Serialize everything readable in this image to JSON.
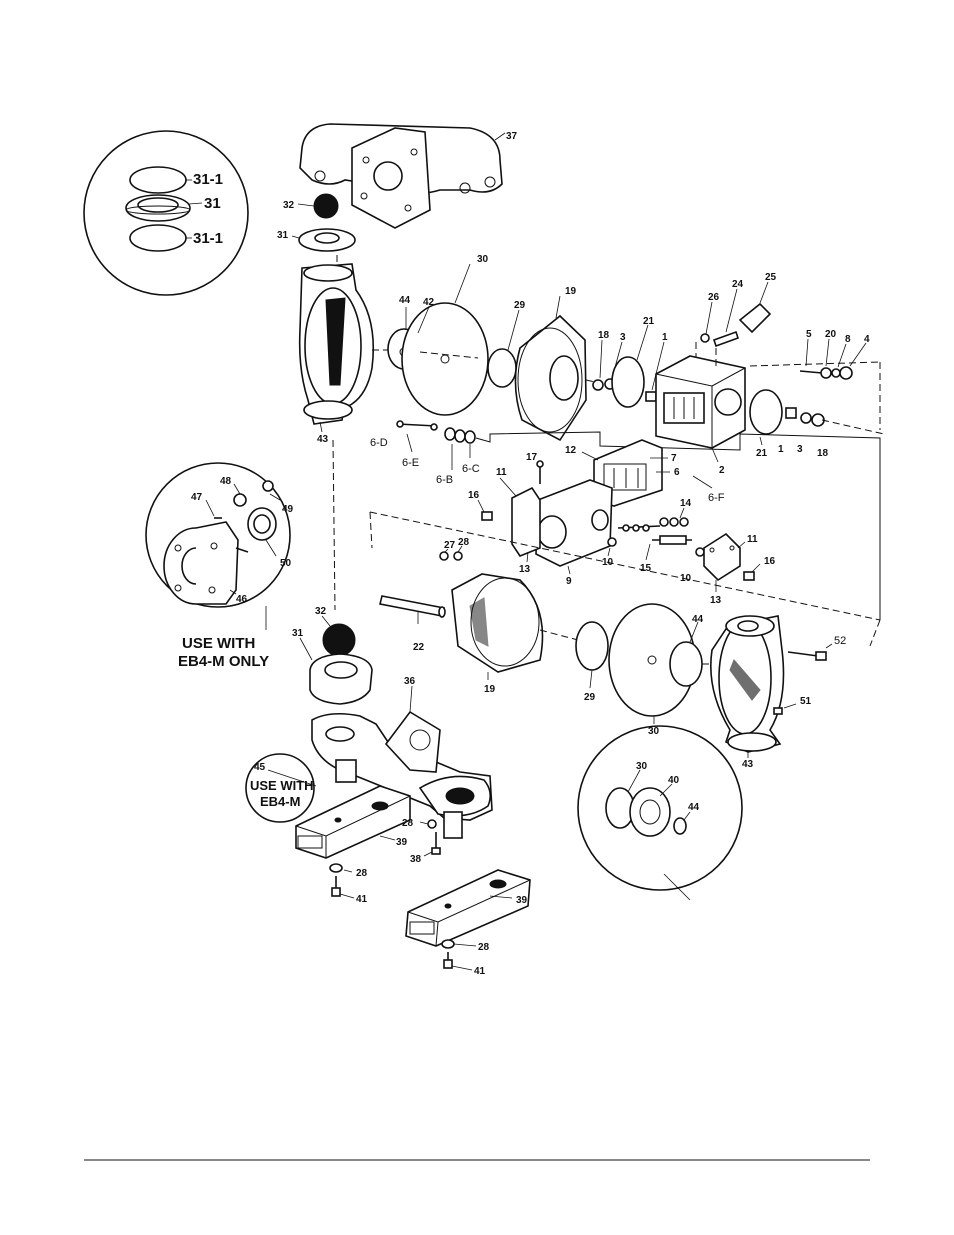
{
  "callouts": [
    {
      "id": "c37",
      "text": "37"
    },
    {
      "id": "c32a",
      "text": "32"
    },
    {
      "id": "c31a",
      "text": "31"
    },
    {
      "id": "c31_1a",
      "text": "31-1"
    },
    {
      "id": "c31b",
      "text": "31"
    },
    {
      "id": "c31_1b",
      "text": "31-1"
    },
    {
      "id": "c30a",
      "text": "30"
    },
    {
      "id": "c44a",
      "text": "44"
    },
    {
      "id": "c42",
      "text": "42"
    },
    {
      "id": "c29a",
      "text": "29"
    },
    {
      "id": "c19a",
      "text": "19"
    },
    {
      "id": "c18a",
      "text": "18"
    },
    {
      "id": "c3a",
      "text": "3"
    },
    {
      "id": "c21a",
      "text": "21"
    },
    {
      "id": "c1a",
      "text": "1"
    },
    {
      "id": "c26",
      "text": "26"
    },
    {
      "id": "c24",
      "text": "24"
    },
    {
      "id": "c25",
      "text": "25"
    },
    {
      "id": "c5",
      "text": "5"
    },
    {
      "id": "c20",
      "text": "20"
    },
    {
      "id": "c8",
      "text": "8"
    },
    {
      "id": "c4",
      "text": "4"
    },
    {
      "id": "c43a",
      "text": "43"
    },
    {
      "id": "c6d",
      "text": "6-D"
    },
    {
      "id": "c6e",
      "text": "6-E"
    },
    {
      "id": "c6b",
      "text": "6-B"
    },
    {
      "id": "c6c",
      "text": "6-C"
    },
    {
      "id": "c12",
      "text": "12"
    },
    {
      "id": "c7",
      "text": "7"
    },
    {
      "id": "c6",
      "text": "6"
    },
    {
      "id": "c6f",
      "text": "6-F"
    },
    {
      "id": "c2",
      "text": "2"
    },
    {
      "id": "c21b",
      "text": "21"
    },
    {
      "id": "c1b",
      "text": "1"
    },
    {
      "id": "c3b",
      "text": "3"
    },
    {
      "id": "c18b",
      "text": "18"
    },
    {
      "id": "c17",
      "text": "17"
    },
    {
      "id": "c11a",
      "text": "11"
    },
    {
      "id": "c16a",
      "text": "16"
    },
    {
      "id": "c14",
      "text": "14"
    },
    {
      "id": "c13a",
      "text": "13"
    },
    {
      "id": "c9",
      "text": "9"
    },
    {
      "id": "c10a",
      "text": "10"
    },
    {
      "id": "c15",
      "text": "15"
    },
    {
      "id": "c11b",
      "text": "11"
    },
    {
      "id": "c10b",
      "text": "10"
    },
    {
      "id": "c13b",
      "text": "13"
    },
    {
      "id": "c16b",
      "text": "16"
    },
    {
      "id": "c48",
      "text": "48"
    },
    {
      "id": "c49",
      "text": "49"
    },
    {
      "id": "c47",
      "text": "47"
    },
    {
      "id": "c50",
      "text": "50"
    },
    {
      "id": "c46",
      "text": "46"
    },
    {
      "id": "c27",
      "text": "27"
    },
    {
      "id": "c28a",
      "text": "28"
    },
    {
      "id": "c22",
      "text": "22"
    },
    {
      "id": "c19b",
      "text": "19"
    },
    {
      "id": "c29b",
      "text": "29"
    },
    {
      "id": "c30b",
      "text": "30"
    },
    {
      "id": "c44b",
      "text": "44"
    },
    {
      "id": "c52",
      "text": "52"
    },
    {
      "id": "c51",
      "text": "51"
    },
    {
      "id": "c43b",
      "text": "43"
    },
    {
      "id": "c32b",
      "text": "32"
    },
    {
      "id": "c31c",
      "text": "31"
    },
    {
      "id": "c36",
      "text": "36"
    },
    {
      "id": "c45",
      "text": "45"
    },
    {
      "id": "c28b",
      "text": "28"
    },
    {
      "id": "c38",
      "text": "38"
    },
    {
      "id": "c39a",
      "text": "39"
    },
    {
      "id": "c28c",
      "text": "28"
    },
    {
      "id": "c41a",
      "text": "41"
    },
    {
      "id": "c39b",
      "text": "39"
    },
    {
      "id": "c28d",
      "text": "28"
    },
    {
      "id": "c41b",
      "text": "41"
    },
    {
      "id": "c30c",
      "text": "30"
    },
    {
      "id": "c40",
      "text": "40"
    },
    {
      "id": "c44c",
      "text": "44"
    }
  ],
  "notes": {
    "flange_note_line1": "USE WITH",
    "flange_note_line2": "EB4-M ONLY",
    "base_note_line1": "USE WITH",
    "base_note_line2": "EB4-M"
  }
}
